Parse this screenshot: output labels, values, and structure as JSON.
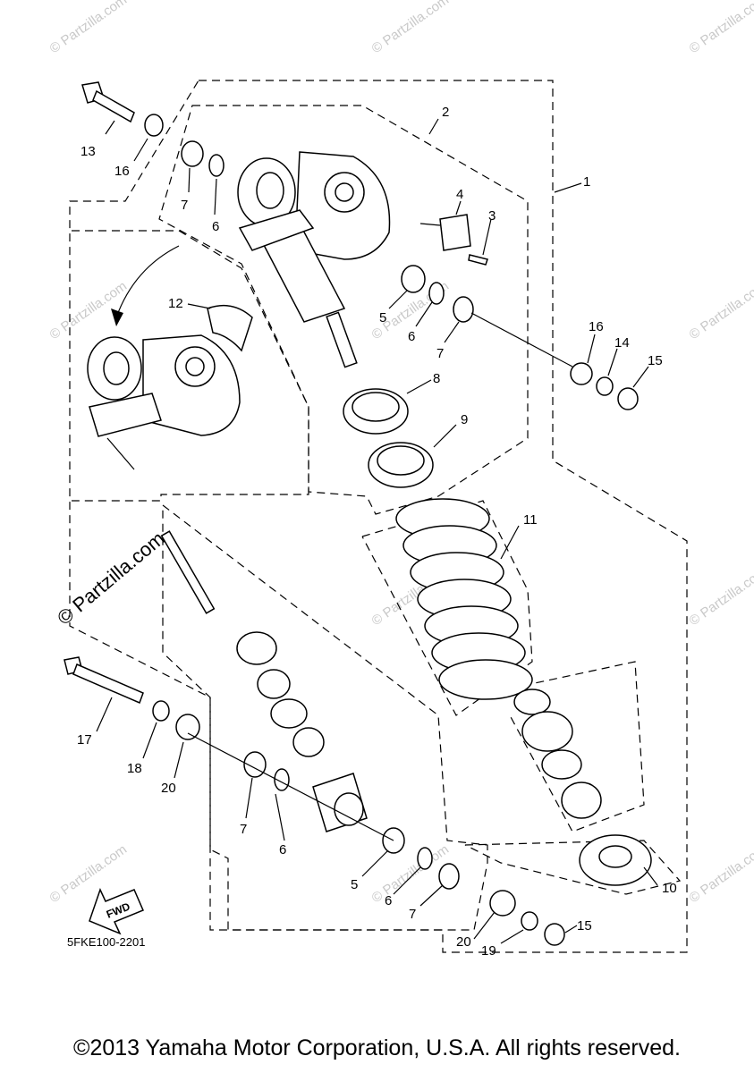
{
  "diagram": {
    "callouts": [
      "1",
      "2",
      "3",
      "4",
      "5",
      "6",
      "7",
      "8",
      "9",
      "10",
      "11",
      "12",
      "13",
      "14",
      "15",
      "16",
      "17",
      "18",
      "19",
      "20"
    ],
    "fwd_label": "FWD",
    "diagram_code": "5FKE100-2201",
    "watermark_small": "© Partzilla.com",
    "watermark_large": "© Partzilla.com"
  },
  "footer": {
    "copyright": "©2013 Yamaha Motor Corporation, U.S.A. All rights reserved."
  }
}
